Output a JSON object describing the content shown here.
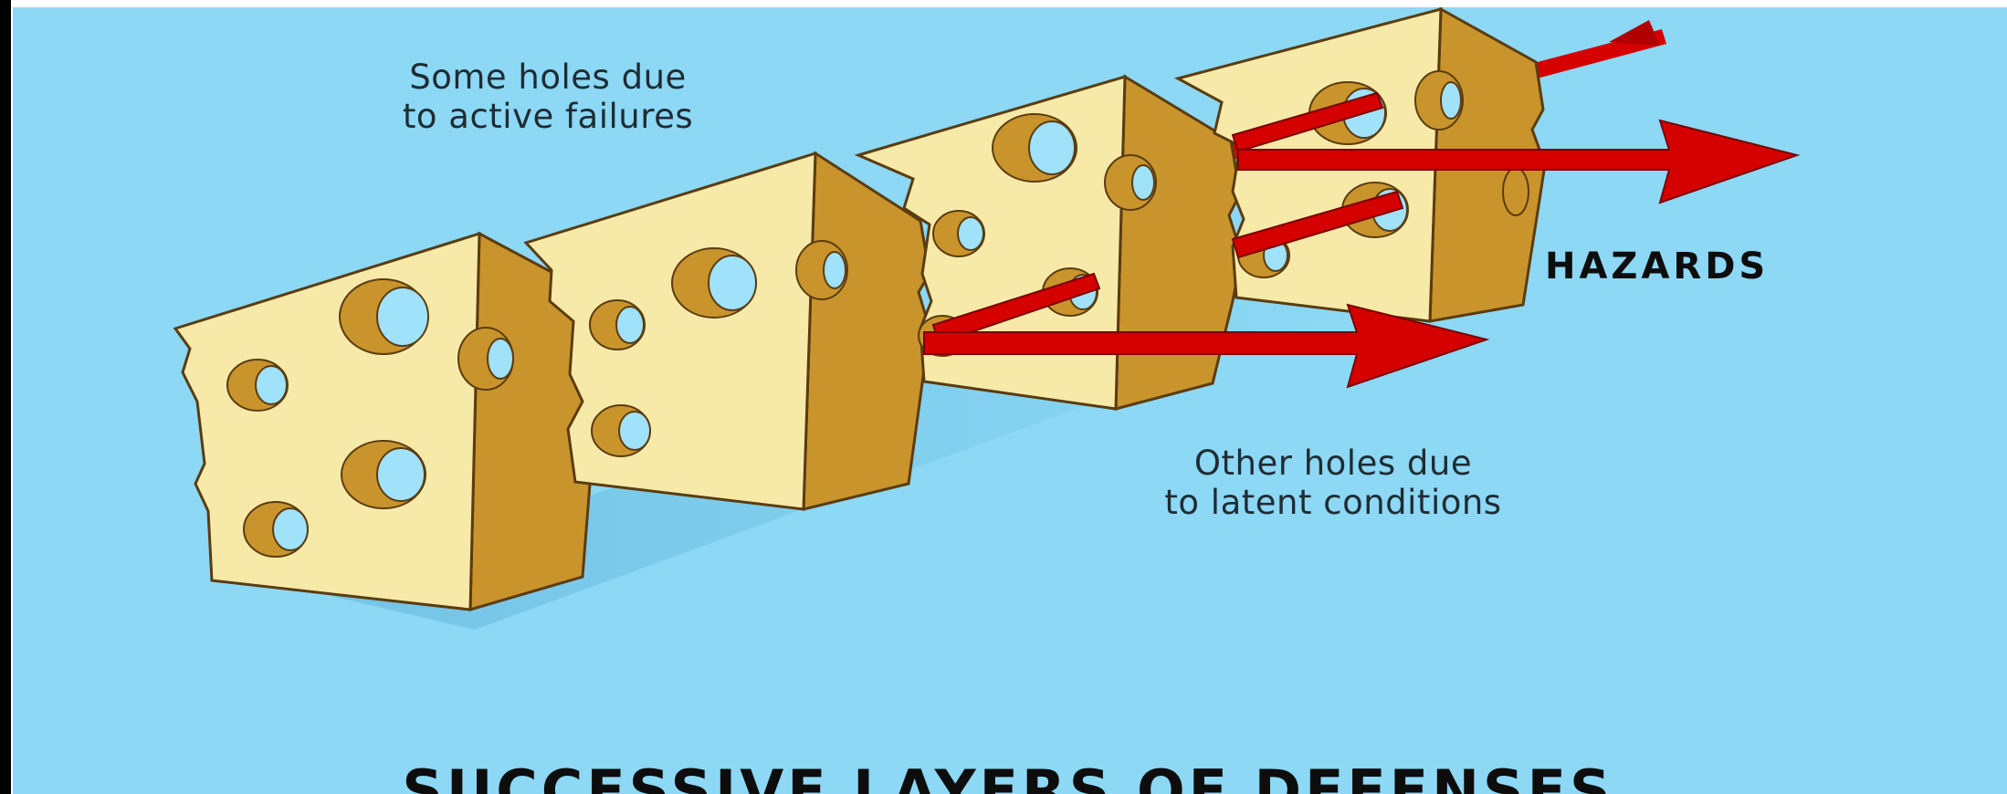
{
  "labels": {
    "active_line1": "Some holes due",
    "active_line2": "to active failures",
    "latent_line1": "Other holes due",
    "latent_line2": "to latent conditions",
    "hazards": "HAZARDS",
    "bottom_title": "SUCCESSIVE LAYERS OF DEFENSES"
  },
  "colors": {
    "background": "#8cd8f5",
    "cheese_face": "#f7eaa9",
    "cheese_side": "#c9942c",
    "hole_blue": "#9fe2fa",
    "arrow_red": "#d50000",
    "arrow_dark": "#8a0000"
  }
}
